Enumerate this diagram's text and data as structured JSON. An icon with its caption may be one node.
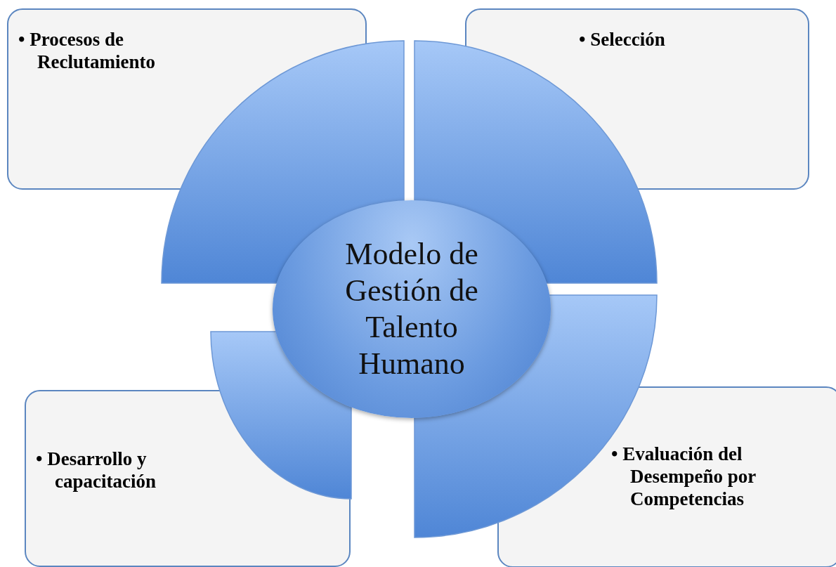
{
  "diagram": {
    "nodes": [
      {
        "text": [
          "• Procesos de Reclutamiento"
        ]
      },
      {
        "text": [
          "• Selección"
        ]
      },
      {
        "text": [
          "Modelo de Gestión de Talento Humano"
        ]
      },
      {
        "text": [
          "• Desarrollo y capacitación"
        ]
      },
      {
        "text": [
          "• Evaluación del Desempeño por Competencias"
        ]
      },
      {
        "text": [],
        "shape": "sector"
      },
      {
        "text": [],
        "shape": "sector"
      },
      {
        "text": [],
        "shape": "sector"
      },
      {
        "text": [],
        "shape": "sector"
      }
    ],
    "edges": []
  }
}
